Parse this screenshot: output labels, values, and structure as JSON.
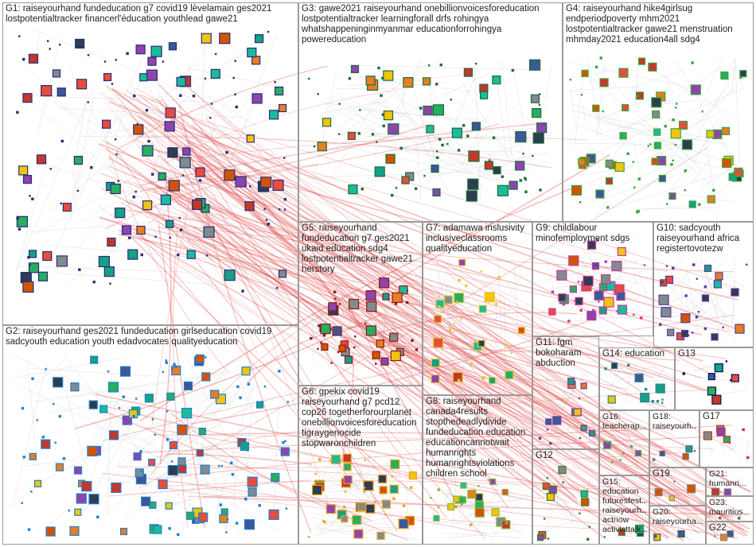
{
  "page": {
    "title": ""
  },
  "colors": {
    "edge_inter": "#e34a4a",
    "edge_intra": "#c4c4c4",
    "border": "#9a9a9a",
    "G1": "#2b2b7a",
    "G2": "#1f7fd0",
    "G3": "#1d6b3a",
    "G4": "#3aa63a",
    "G5": "#8b1a1a",
    "G6": "#f0a21e",
    "G7": "#e6c83a",
    "G8": "#8bb63a",
    "G9": "#c8399e",
    "G10": "#5a3aa0",
    "G11": "#7a3a9a",
    "G12": "#3a7a2a",
    "G13": "#111155",
    "G14": "#2a8a8a",
    "G15": "#3a9a3a",
    "G16": "#4caf50",
    "G17": "#c0392b",
    "G18": "#6a6a6a",
    "G19": "#7f8c8d",
    "G20": "#555555",
    "G21": "#777777",
    "G22": "#888888",
    "G23": "#666666"
  },
  "groups": [
    {
      "id": "G1",
      "label": "G1: raiseyourhand fundeducation g7 covid19 lèvelamain ges2021\nlostpotentialtracker financerl'éducation youthlead gawe21"
    },
    {
      "id": "G2",
      "label": "G2: raiseyourhand ges2021 fundeducation girlseducation covid19\nsadcyouth education youth edadvocates qualityeducation"
    },
    {
      "id": "G3",
      "label": "G3: gawe2021 raiseyourhand onebillionvoicesforeducation\nlostpotentialtracker learningforall drfs rohingya\nwhatshappeninginmyanmar educationforrohingya\npowereducation"
    },
    {
      "id": "G4",
      "label": "G4: raiseyourhand hike4girlsug\nendperiodpoverty mhm2021\nlostpotentialtracker gawe21 menstruation\nmhmday2021 education4all sdg4"
    },
    {
      "id": "G5",
      "label": "G5: raiseyourhand\nfundeducation g7 ges2021\nukaid education sdg4\nlostpotentialtracker gawe21\nherstory"
    },
    {
      "id": "G6",
      "label": "G6: gpekix covid19\nraiseyourhand g7 pcd12\ncop26 togetherforourplanet\nonebillionvoicesforeducation\ntigraygenocide\nstopwaronchildren"
    },
    {
      "id": "G7",
      "label": "G7: adamawa inslusivity\ninclusiveclassrooms\nqualityeducation"
    },
    {
      "id": "G8",
      "label": "G8: raiseyourhand\ncanada4results\nstopthedeadlydivide\nfundeducation education\neducationcannotwait\nhumanrights\nhumanrightsviolations\nchildren school"
    },
    {
      "id": "G9",
      "label": "G9: childlabour\nminofemployment sdgs"
    },
    {
      "id": "G10",
      "label": "G10: sadcyouth\nraiseyourhand africa\nregistertovotezw"
    },
    {
      "id": "G11",
      "label": "G11: fgm\nbokoharam\nabduction"
    },
    {
      "id": "G12",
      "label": "G12"
    },
    {
      "id": "G13",
      "label": "G13"
    },
    {
      "id": "G14",
      "label": "G14: education"
    },
    {
      "id": "G15",
      "label": "G15:\neducation\nfuturesfest...\nraiseyourh...\nactnow\nactivisttalk..."
    },
    {
      "id": "G16",
      "label": "G16:\nteacherap..."
    },
    {
      "id": "G17",
      "label": "G17"
    },
    {
      "id": "G18",
      "label": "G18:\nraiseyourh..."
    },
    {
      "id": "G19",
      "label": "G19"
    },
    {
      "id": "G20",
      "label": "G20:\nraiseyourha..."
    },
    {
      "id": "G21",
      "label": "G21:\nhumanri..."
    },
    {
      "id": "G22",
      "label": "G22"
    },
    {
      "id": "G23",
      "label": "G23:\nmauritius..."
    }
  ]
}
